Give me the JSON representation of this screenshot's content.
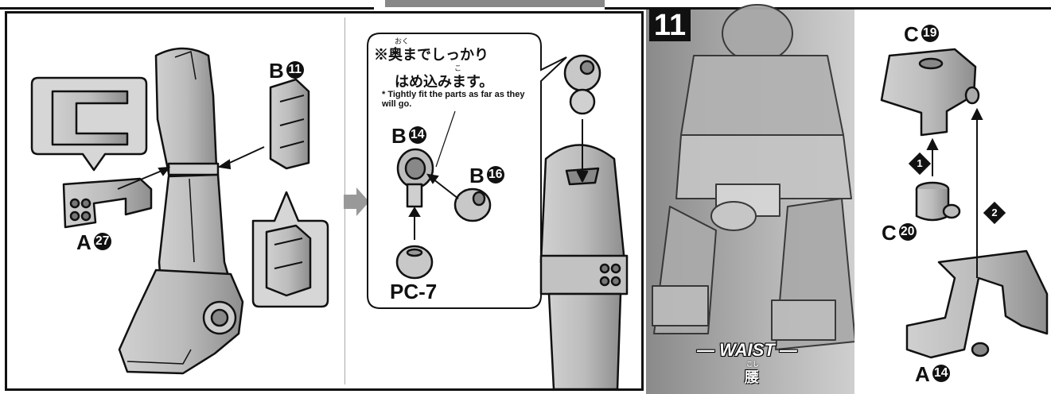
{
  "left_panel": {
    "part_b11": {
      "letter": "B",
      "num": "11"
    },
    "part_a27": {
      "letter": "A",
      "num": "27"
    }
  },
  "middle_panel": {
    "note_jp_ruby": "おく",
    "note_jp_line1": "※奥までしっかり",
    "note_jp_ruby2": "こ",
    "note_jp_line2": "はめ込みます。",
    "note_en": "* Tightly fit the parts as far as they will go.",
    "part_b14": {
      "letter": "B",
      "num": "14"
    },
    "part_b16": {
      "letter": "B",
      "num": "16"
    },
    "part_pc7": "PC-7"
  },
  "step": {
    "number": "11",
    "name_en": "— WAIST —",
    "name_jp": "腰",
    "name_jp_ruby": "こし"
  },
  "right_panel": {
    "part_c19": {
      "letter": "C",
      "num": "19"
    },
    "part_c20": {
      "letter": "C",
      "num": "20"
    },
    "part_a14": {
      "letter": "A",
      "num": "14"
    },
    "order1": "1",
    "order2": "2"
  },
  "colors": {
    "ink": "#111111",
    "part_fill": "#b8b8b8",
    "panel_gray": "#9a9a9a",
    "callout_fill": "#d6d6d6"
  }
}
